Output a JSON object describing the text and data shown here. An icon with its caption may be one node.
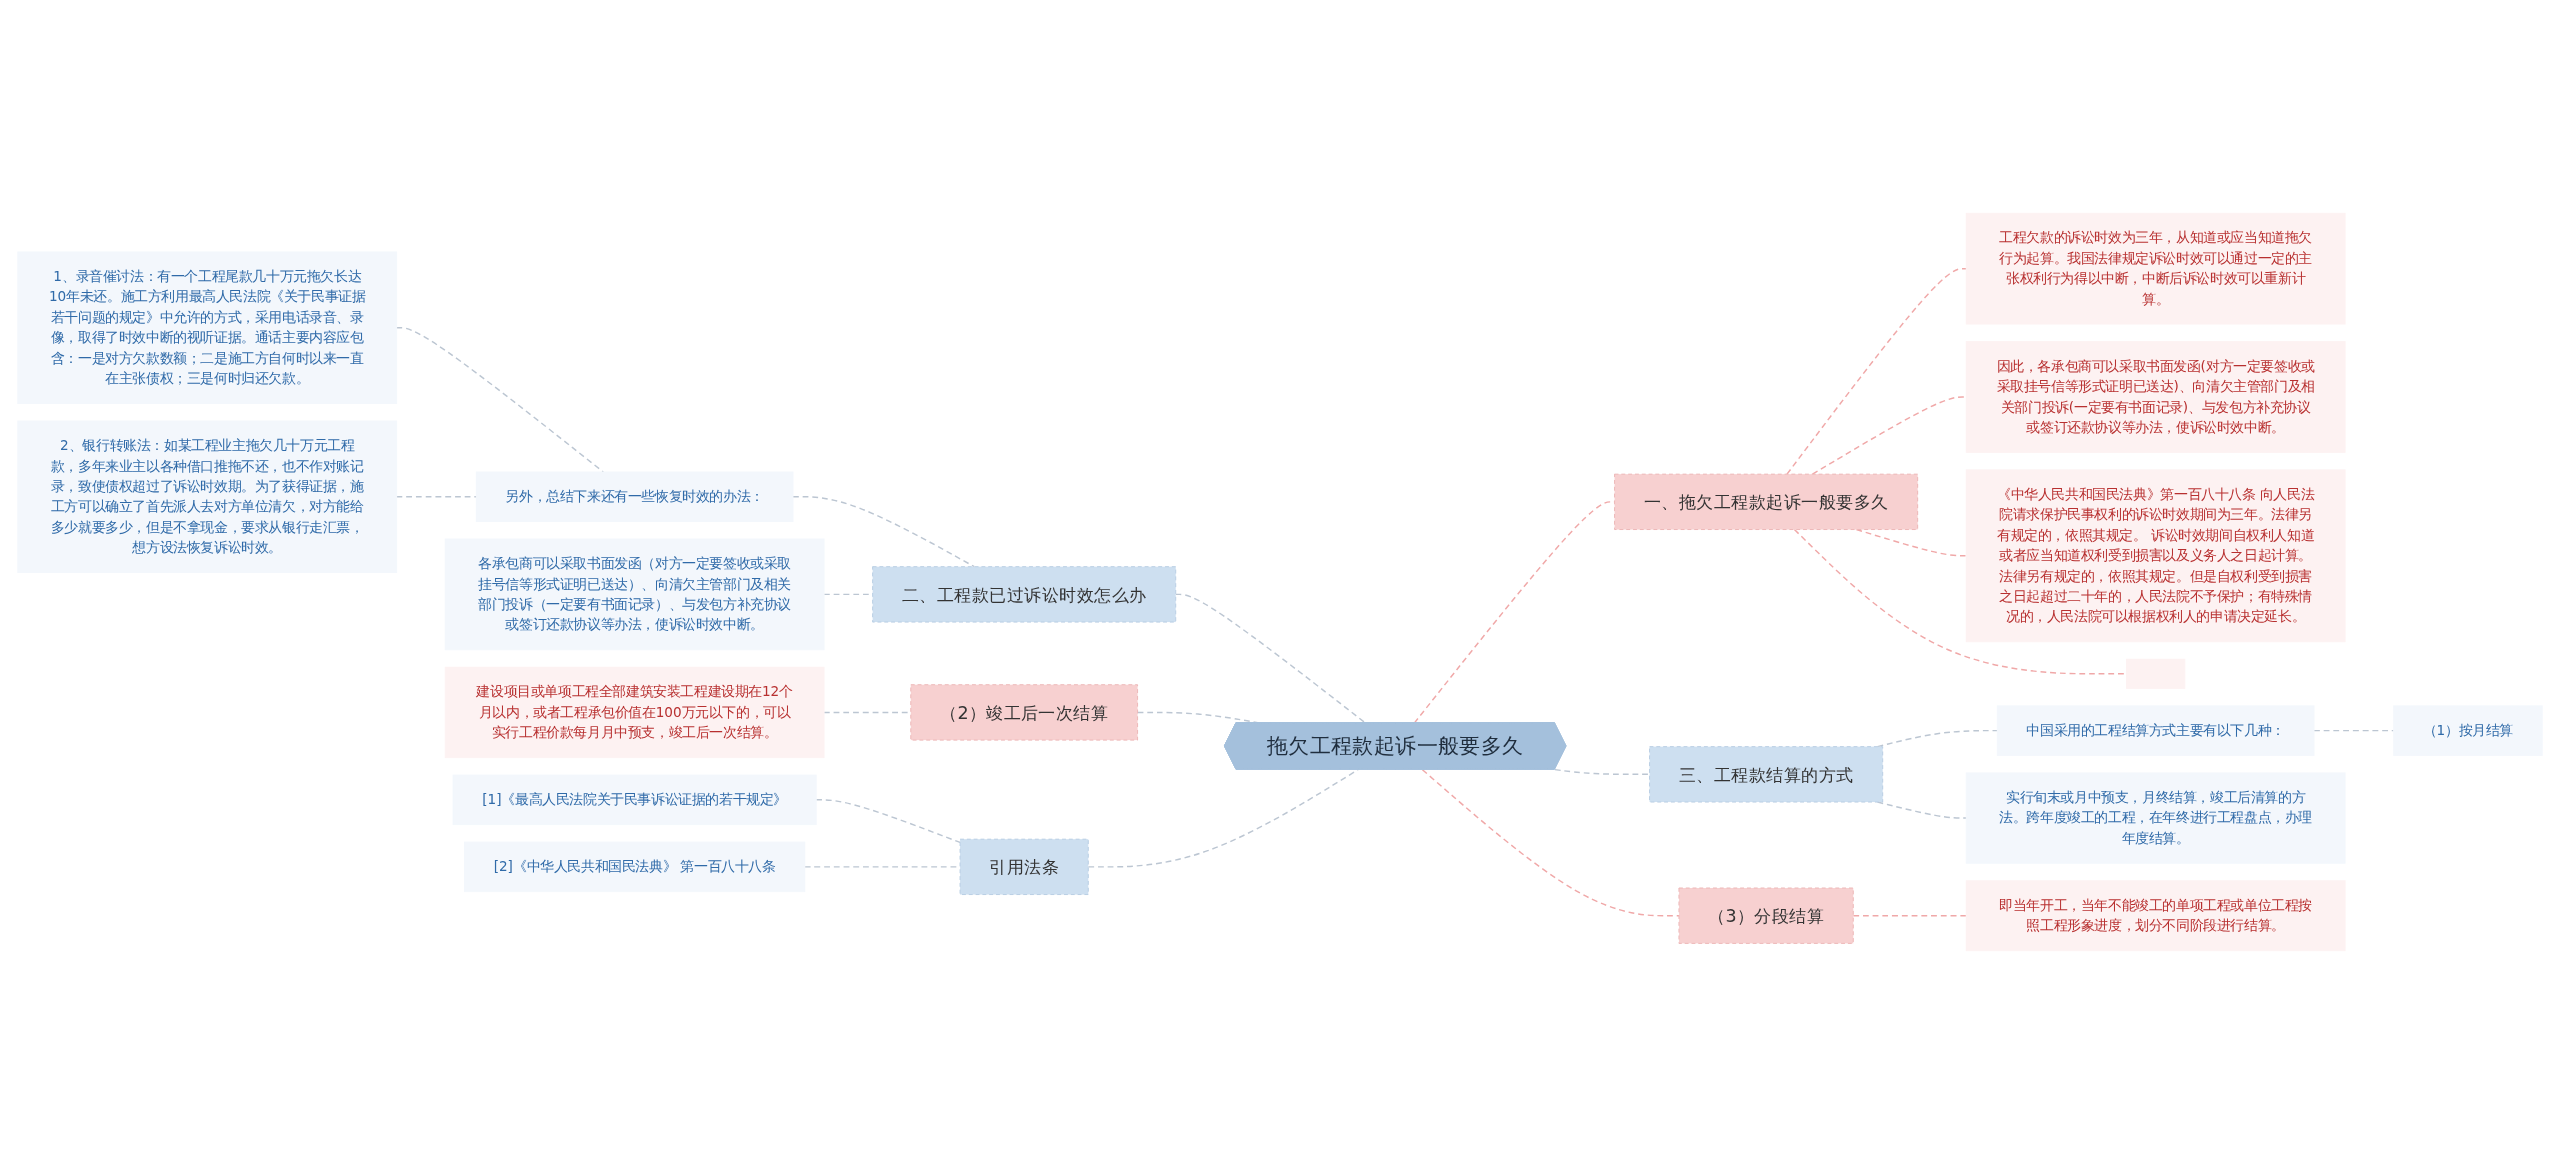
{
  "diagram": {
    "nodes": [
      {
        "text": [
          "拖欠工程款起诉一般要多久"
        ]
      },
      {
        "text": [
          "二、工程款已过诉讼时效怎么办"
        ]
      },
      {
        "text": [
          "各承包商可以采取书面发函（对方一定要签收或采取挂号信等形式证明已送达）、向清欠主管部门及相关部门投诉（一定要有书面记录）、与发包方补充协议或签订还款协议等办法，使诉讼时效中断。"
        ]
      },
      {
        "text": [
          "另外，总结下来还有一些恢复时效的办法："
        ]
      },
      {
        "text": [
          "1、录音催讨法：有一个工程尾款几十万元拖欠长达10年未还。施工方利用最高人民法院《关于民事证据若干问题的规定》中允许的方式，采用电话录音、录像，取得了时效中断的视听证据。通话主要内容应包含：一是对方欠款数额；二是施工方自何时以来一直在主张债权；三是何时归还欠款。"
        ]
      },
      {
        "text": [
          "2、银行转账法：如某工程业主拖欠几十万元工程款，多年来业主以各种借口推拖不还，也不作对账记录，致使债权超过了诉讼时效期。为了获得证据，施工方可以确立了首先派人去对方单位清欠，对方能给多少就要多少，但是不拿现金，要求从银行走汇票，想方设法恢复诉讼时效。"
        ]
      },
      {
        "text": [
          "（2）竣工后一次结算"
        ]
      },
      {
        "text": [
          "建设项目或单项工程全部建筑安装工程建设期在12个月以内，或者工程承包价值在100万元以下的，可以实行工程价款每月月中预支，竣工后一次结算。"
        ]
      },
      {
        "text": [
          "引用法条"
        ]
      },
      {
        "text": [
          "[1]《最高人民法院关于民事诉讼证据的若干规定》"
        ]
      },
      {
        "text": [
          "[2]《中华人民共和国民法典》 第一百八十八条"
        ]
      },
      {
        "text": [
          "一、拖欠工程款起诉一般要多久"
        ]
      },
      {
        "text": [
          "工程欠款的诉讼时效为三年，从知道或应当知道拖欠行为起算。我国法律规定诉讼时效可以通过一定的主张权利行为得以中断，中断后诉讼时效可以重新计算。"
        ]
      },
      {
        "text": [
          "因此，各承包商可以采取书面发函(对方一定要签收或采取挂号信等形式证明已送达)、向清欠主管部门及相关部门投诉(一定要有书面记录)、与发包方补充协议或签订还款协议等办法，使诉讼时效中断。"
        ]
      },
      {
        "text": [
          "《中华人民共和国民法典》第一百八十八条 向人民法院请求保护民事权利的诉讼时效期间为三年。法律另有规定的，依照其规定。 诉讼时效期间自权利人知道或者应当知道权利受到损害以及义务人之日起计算。法律另有规定的，依照其规定。但是自权利受到损害之日起超过二十年的，人民法院不予保护；有特殊情况的，人民法院可以根据权利人的申请决定延长。"
        ]
      },
      {
        "text": [],
        "shape": "box"
      },
      {
        "text": [
          "三、工程款结算的方式"
        ]
      },
      {
        "text": [
          "中国采用的工程结算方式主要有以下几种："
        ]
      },
      {
        "text": [
          "（1）按月结算"
        ]
      },
      {
        "text": [
          "实行旬末或月中预支，月终结算，竣工后清算的方法。跨年度竣工的工程，在年终进行工程盘点，办理年度结算。"
        ]
      },
      {
        "text": [
          "（3）分段结算"
        ]
      },
      {
        "text": [
          "即当年开工，当年不能竣工的单项工程或单位工程按照工程形象进度，划分不同阶段进行结算。"
        ]
      }
    ],
    "edges": [
      {
        "from": 4,
        "to": 3,
        "arrow": "none",
        "style": "dashed"
      },
      {
        "from": 5,
        "to": 3,
        "arrow": "none",
        "style": "dashed"
      },
      {
        "from": 3,
        "to": 1,
        "arrow": "none",
        "style": "dashed"
      },
      {
        "from": 2,
        "to": 1,
        "arrow": "none",
        "style": "dashed"
      },
      {
        "from": 1,
        "to": 0,
        "arrow": "none",
        "style": "dashed"
      },
      {
        "from": 7,
        "to": 6,
        "arrow": "none",
        "style": "dashed"
      },
      {
        "from": 6,
        "to": 0,
        "arrow": "none",
        "style": "dashed"
      },
      {
        "from": 9,
        "to": 8,
        "arrow": "none",
        "style": "dashed"
      },
      {
        "from": 10,
        "to": 8,
        "arrow": "none",
        "style": "dashed"
      },
      {
        "from": 8,
        "to": 0,
        "arrow": "none",
        "style": "dashed"
      },
      {
        "from": 0,
        "to": 11,
        "arrow": "none",
        "style": "dashed",
        "color": "#f0a8a8"
      },
      {
        "from": 11,
        "to": 12,
        "arrow": "none",
        "style": "dashed",
        "color": "#f0a8a8"
      },
      {
        "from": 11,
        "to": 13,
        "arrow": "none",
        "style": "dashed",
        "color": "#f0a8a8"
      },
      {
        "from": 11,
        "to": 14,
        "arrow": "none",
        "style": "dashed",
        "color": "#f0a8a8"
      },
      {
        "from": 11,
        "to": 15,
        "arrow": "none",
        "style": "dashed",
        "color": "#f0a8a8"
      },
      {
        "from": 0,
        "to": 16,
        "arrow": "none",
        "style": "dashed"
      },
      {
        "from": 16,
        "to": 17,
        "arrow": "none",
        "style": "dashed"
      },
      {
        "from": 17,
        "to": 18,
        "arrow": "none",
        "style": "dashed"
      },
      {
        "from": 16,
        "to": 19,
        "arrow": "none",
        "style": "dashed"
      },
      {
        "from": 0,
        "to": 20,
        "arrow": "none",
        "style": "dashed",
        "color": "#f0a8a8"
      },
      {
        "from": 20,
        "to": 21,
        "arrow": "none",
        "style": "dashed",
        "color": "#f0a8a8"
      }
    ]
  }
}
